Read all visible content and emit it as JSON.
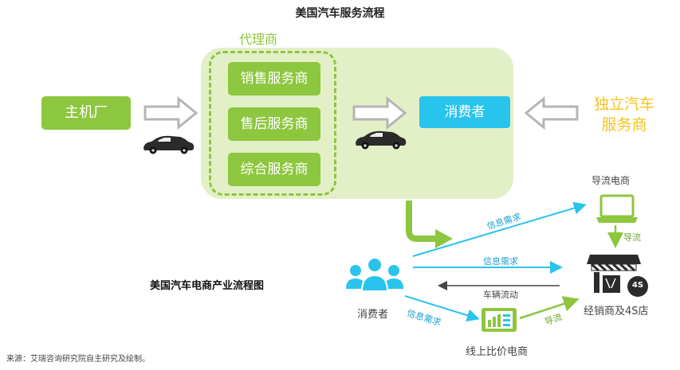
{
  "title": "美国汽车服务流程",
  "agent": {
    "label": "代理商",
    "services": [
      "销售服务商",
      "售后服务商",
      "综合服务商"
    ]
  },
  "oem": "主机厂",
  "consumer": "消费者",
  "independent": [
    "独立汽车",
    "服务商"
  ],
  "ecommerce": {
    "title": "美国汽车电商产业流程图",
    "consumer_label": "消费者",
    "guide_platform": "导流电商",
    "dealer": "经销商及4S店",
    "store_badge": "4S",
    "price_compare": "线上比价电商",
    "info_demand_1": "信息需求",
    "info_demand_2": "信息需求",
    "info_demand_3": "信息需求",
    "vehicle_flow": "车辆流动",
    "guide_1": "导流",
    "guide_2": "导流"
  },
  "source": "来源：艾瑞咨询研究院自主研究及绘制。",
  "colors": {
    "green": "#8dc63f",
    "light_green": "#e3efc6",
    "blue": "#29c4ec",
    "yellow": "#f6c31b",
    "gray_arrow": "#b5b5b5"
  }
}
